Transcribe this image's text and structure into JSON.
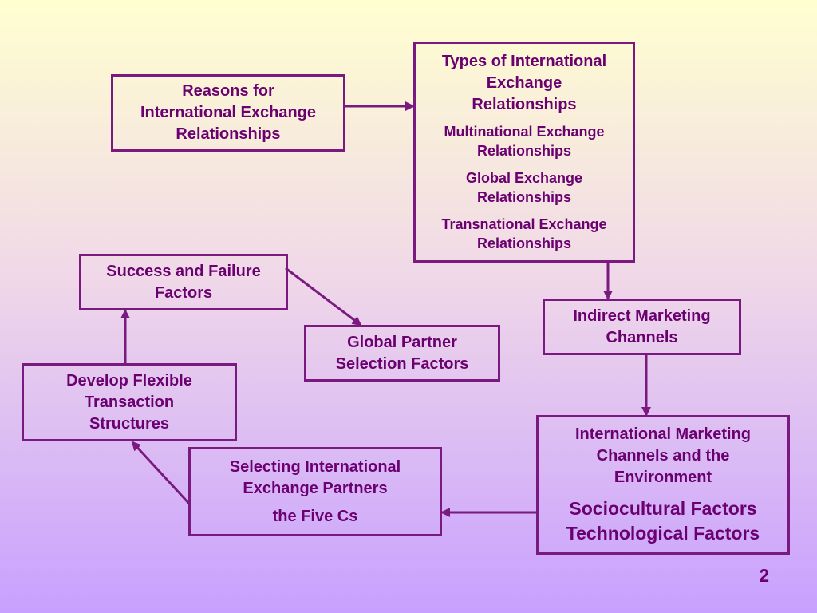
{
  "nodes": {
    "reasons": {
      "lines": [
        "Reasons for",
        "International Exchange",
        "Relationships"
      ]
    },
    "types": {
      "title_lines": [
        "Types of International",
        "Exchange",
        "Relationships"
      ],
      "items": [
        [
          "Multinational Exchange",
          "Relationships"
        ],
        [
          "Global Exchange",
          "Relationships"
        ],
        [
          "Transnational Exchange",
          "Relationships"
        ]
      ]
    },
    "indirect": {
      "lines": [
        "Indirect Marketing",
        "Channels"
      ]
    },
    "international_channels": {
      "title_lines": [
        "International Marketing",
        "Channels and the",
        "Environment"
      ],
      "factor_lines": [
        "Sociocultural Factors",
        "Technological Factors"
      ]
    },
    "selecting": {
      "title_lines": [
        "Selecting International",
        "Exchange Partners"
      ],
      "subtitle": "the Five Cs"
    },
    "develop": {
      "lines": [
        "Develop Flexible",
        "Transaction",
        "Structures"
      ]
    },
    "success": {
      "lines": [
        "Success and Failure",
        "Factors"
      ]
    },
    "global_partner": {
      "lines": [
        "Global Partner",
        "Selection Factors"
      ]
    }
  },
  "page_number": "2",
  "colors": {
    "accent": "#7a1a80",
    "text": "#6b0070"
  }
}
